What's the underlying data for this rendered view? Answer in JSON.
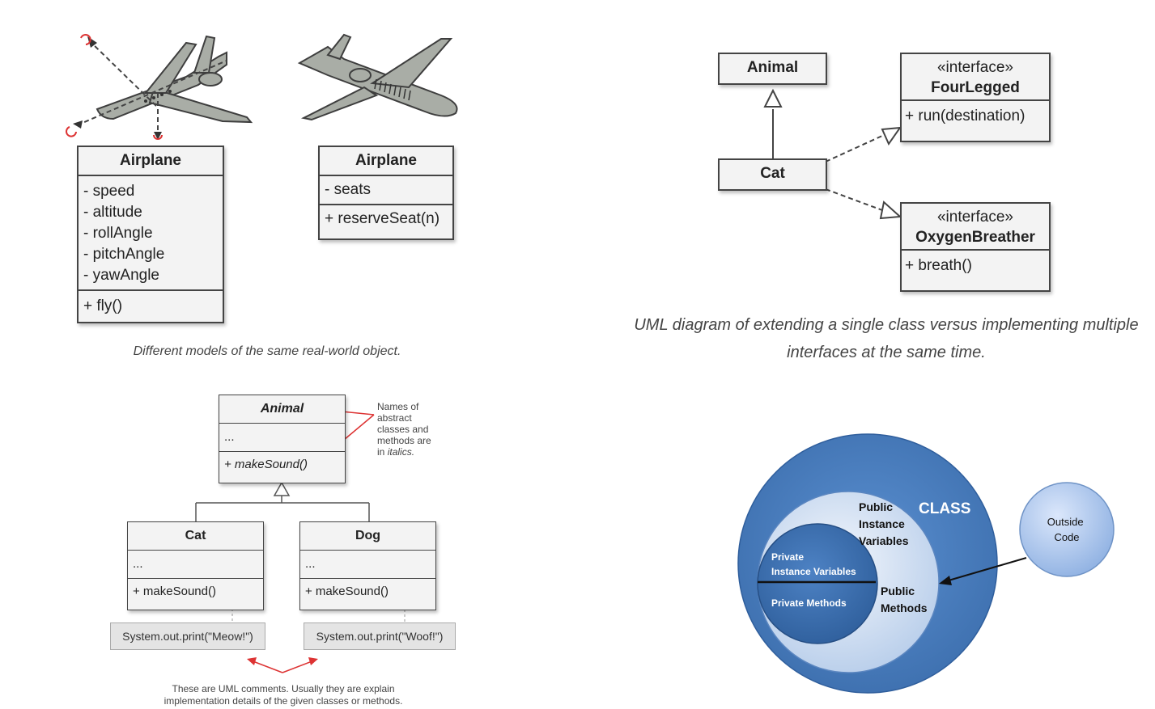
{
  "panel1": {
    "class_a": {
      "name": "Airplane",
      "fields": [
        "- speed",
        "- altitude",
        "- rollAngle",
        "- pitchAngle",
        "- yawAngle"
      ],
      "methods": [
        "+ fly()"
      ]
    },
    "class_b": {
      "name": "Airplane",
      "fields": [
        "- seats"
      ],
      "methods": [
        "+ reserveSeat(n)"
      ]
    },
    "caption": "Different models of the same real-world object."
  },
  "panel2": {
    "animal": "Animal",
    "cat": "Cat",
    "fourlegged": {
      "stereotype": "«interface»",
      "name": "FourLegged",
      "method": "+ run(destination)"
    },
    "oxygen": {
      "stereotype": "«interface»",
      "name": "OxygenBreather",
      "method": "+ breath()"
    },
    "caption_line1": "UML diagram of extending a single class versus implementing multiple",
    "caption_line2": "interfaces at the same time."
  },
  "panel3": {
    "animal": {
      "name": "Animal",
      "fields": "...",
      "method": "+ makeSound()"
    },
    "cat": {
      "name": "Cat",
      "fields": "...",
      "method": "+ makeSound()"
    },
    "dog": {
      "name": "Dog",
      "fields": "...",
      "method": "+ makeSound()"
    },
    "note_cat": "System.out.print(\"Meow!\")",
    "note_dog": "System.out.print(\"Woof!\")",
    "annotation_lines": [
      "Names of",
      "abstract",
      "classes and",
      "methods are"
    ],
    "annotation_last_prefix": "in ",
    "annotation_last_italic": "italics.",
    "comment_line1": "These are UML comments. Usually they are explain",
    "comment_line2": "implementation details of the given classes or methods."
  },
  "panel4": {
    "class_label": "CLASS",
    "public_vars_lines": [
      "Public",
      "Instance",
      "Variables"
    ],
    "public_methods_lines": [
      "Public",
      "Methods"
    ],
    "private_vars_lines": [
      "Private",
      "Instance Variables"
    ],
    "private_methods": "Private  Methods",
    "outside_lines": [
      "Outside",
      "Code"
    ],
    "colors": {
      "outer": "#4a7fbf",
      "middle": "#d6e3f4",
      "inner": "#3f72b0",
      "outside": "#aac5ec"
    }
  }
}
